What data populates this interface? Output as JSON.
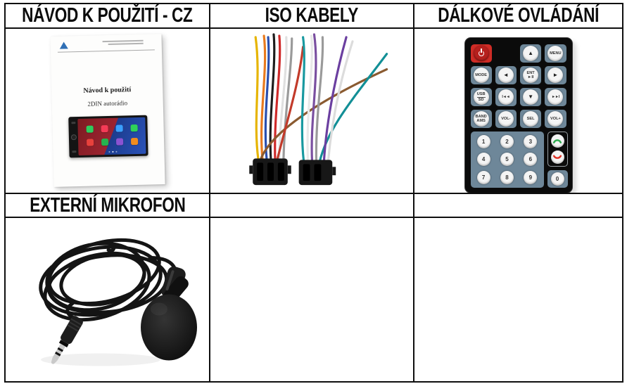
{
  "headers": {
    "manual": "NÁVOD K POUŽITÍ - CZ",
    "iso": "ISO KABELY",
    "remote": "DÁLKOVÉ OVLÁDÁNÍ",
    "mic": "EXTERNÍ MIKROFON"
  },
  "manual_cover": {
    "title": "Návod k použití",
    "subtitle": "2DIN autorádio",
    "logo_color": "#2f6fb5",
    "app_icon_colors": [
      "#2ecc5e",
      "#f43b56",
      "#3aa0ff",
      "#2fd158",
      "#e8413c",
      "#26b44f",
      "#8a53d2",
      "#f08c1e"
    ]
  },
  "remote": {
    "body_color": "#0b0b0b",
    "panel_color": "#6e8799",
    "power_tile_color": "#d02c26",
    "power_button_color": "#b6201d",
    "call_color": "#2faa4f",
    "hangup_color": "#df3327",
    "labels": {
      "up": "▲",
      "menu": "MENU",
      "mode": "MODE",
      "left": "◄",
      "ent1": "ENT",
      "ent2": "►II",
      "right": "►",
      "usb1": "USB",
      "usb2": "SD",
      "prev": "I◄◄",
      "down": "▼",
      "next": "►►I",
      "band1": "BAND",
      "band2": "AMS",
      "vol_minus": "VOL-",
      "sel": "SEL",
      "vol_plus": "VOL+",
      "zero": "0"
    },
    "digits": [
      "1",
      "2",
      "3",
      "4",
      "5",
      "6",
      "7",
      "8",
      "9"
    ]
  },
  "iso": {
    "connector_color": "#171717",
    "left_wires": [
      "#e6b400",
      "#e87a1e",
      "#2a4fae",
      "#1c1c1c",
      "#cf2a2a",
      "#e0e0e0",
      "#9a9a9a",
      "#8a5a30",
      "#c23a2a"
    ],
    "right_wires": [
      "#1899a0",
      "#e8e8e8",
      "#7a4fa0",
      "#9a9a9a",
      "#128f96",
      "#6b3fa0",
      "#dcdcdc"
    ]
  },
  "mic": {
    "cable_color": "#141414",
    "plastic_color": "#1d1d1d",
    "metal_color": "#c9c9c9",
    "foam_center": "#343434",
    "foam_edge": "#0b0b0b"
  }
}
